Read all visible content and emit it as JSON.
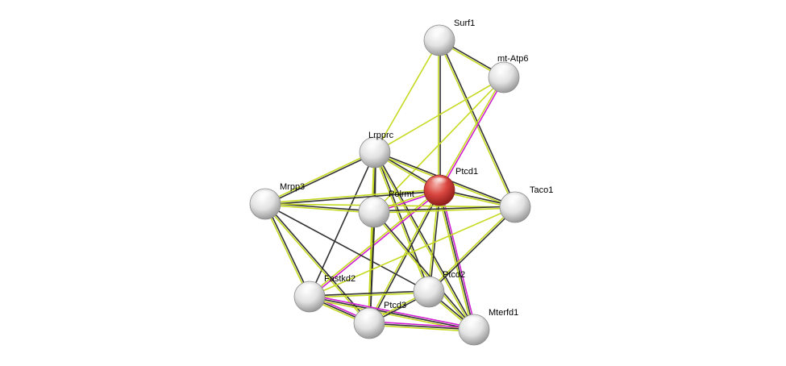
{
  "title": "Protein interaction network",
  "colors": {
    "textmining": "#c6da22",
    "coexpression": "#333333",
    "experiments": "#d01fd0",
    "query_node": "#d23b3b",
    "node": "#e0e0e0"
  },
  "nodes": [
    {
      "id": "Surf1",
      "label": "Surf1",
      "query": false
    },
    {
      "id": "mt-Atp6",
      "label": "mt-Atp6",
      "query": false
    },
    {
      "id": "Lrpprc",
      "label": "Lrpprc",
      "query": false
    },
    {
      "id": "Ptcd1",
      "label": "Ptcd1",
      "query": true
    },
    {
      "id": "Mrpp3",
      "label": "Mrpp3",
      "query": false
    },
    {
      "id": "Polrmt",
      "label": "Polrmt",
      "query": false
    },
    {
      "id": "Taco1",
      "label": "Taco1",
      "query": false
    },
    {
      "id": "Fastkd2",
      "label": "Fastkd2",
      "query": false
    },
    {
      "id": "Ptcd2",
      "label": "Ptcd2",
      "query": false
    },
    {
      "id": "Ptcd3",
      "label": "Ptcd3",
      "query": false
    },
    {
      "id": "Mterfd1",
      "label": "Mterfd1",
      "query": false
    }
  ],
  "edges": [
    {
      "a": "Surf1",
      "b": "mt-Atp6",
      "types": [
        "coexpression",
        "textmining"
      ]
    },
    {
      "a": "Surf1",
      "b": "Lrpprc",
      "types": [
        "textmining"
      ]
    },
    {
      "a": "Surf1",
      "b": "Ptcd1",
      "types": [
        "coexpression",
        "textmining"
      ]
    },
    {
      "a": "Surf1",
      "b": "Taco1",
      "types": [
        "coexpression",
        "textmining"
      ]
    },
    {
      "a": "mt-Atp6",
      "b": "Ptcd1",
      "types": [
        "experiments",
        "textmining"
      ]
    },
    {
      "a": "mt-Atp6",
      "b": "Polrmt",
      "types": [
        "textmining"
      ]
    },
    {
      "a": "mt-Atp6",
      "b": "Lrpprc",
      "types": [
        "textmining"
      ]
    },
    {
      "a": "Lrpprc",
      "b": "Ptcd1",
      "types": [
        "coexpression",
        "textmining"
      ]
    },
    {
      "a": "Lrpprc",
      "b": "Mrpp3",
      "types": [
        "coexpression",
        "textmining"
      ]
    },
    {
      "a": "Lrpprc",
      "b": "Polrmt",
      "types": [
        "coexpression",
        "textmining"
      ]
    },
    {
      "a": "Lrpprc",
      "b": "Taco1",
      "types": [
        "coexpression",
        "textmining"
      ]
    },
    {
      "a": "Lrpprc",
      "b": "Fastkd2",
      "types": [
        "coexpression"
      ]
    },
    {
      "a": "Lrpprc",
      "b": "Ptcd2",
      "types": [
        "coexpression",
        "textmining"
      ]
    },
    {
      "a": "Lrpprc",
      "b": "Ptcd3",
      "types": [
        "coexpression",
        "textmining"
      ]
    },
    {
      "a": "Lrpprc",
      "b": "Mterfd1",
      "types": [
        "coexpression",
        "textmining"
      ]
    },
    {
      "a": "Ptcd1",
      "b": "Mrpp3",
      "types": [
        "coexpression",
        "textmining"
      ]
    },
    {
      "a": "Ptcd1",
      "b": "Polrmt",
      "types": [
        "experiments",
        "textmining"
      ]
    },
    {
      "a": "Ptcd1",
      "b": "Taco1",
      "types": [
        "coexpression",
        "textmining"
      ]
    },
    {
      "a": "Ptcd1",
      "b": "Fastkd2",
      "types": [
        "experiments",
        "textmining"
      ]
    },
    {
      "a": "Ptcd1",
      "b": "Ptcd2",
      "types": [
        "coexpression",
        "textmining"
      ]
    },
    {
      "a": "Ptcd1",
      "b": "Ptcd3",
      "types": [
        "coexpression",
        "textmining"
      ]
    },
    {
      "a": "Ptcd1",
      "b": "Mterfd1",
      "types": [
        "experiments",
        "coexpression",
        "textmining"
      ]
    },
    {
      "a": "Mrpp3",
      "b": "Polrmt",
      "types": [
        "coexpression",
        "textmining"
      ]
    },
    {
      "a": "Mrpp3",
      "b": "Taco1",
      "types": [
        "textmining"
      ]
    },
    {
      "a": "Mrpp3",
      "b": "Fastkd2",
      "types": [
        "coexpression",
        "textmining"
      ]
    },
    {
      "a": "Mrpp3",
      "b": "Ptcd3",
      "types": [
        "coexpression",
        "textmining"
      ]
    },
    {
      "a": "Mrpp3",
      "b": "Ptcd2",
      "types": [
        "coexpression"
      ]
    },
    {
      "a": "Polrmt",
      "b": "Taco1",
      "types": [
        "coexpression",
        "textmining"
      ]
    },
    {
      "a": "Polrmt",
      "b": "Ptcd3",
      "types": [
        "coexpression",
        "textmining"
      ]
    },
    {
      "a": "Polrmt",
      "b": "Mterfd1",
      "types": [
        "coexpression",
        "textmining"
      ]
    },
    {
      "a": "Taco1",
      "b": "Ptcd2",
      "types": [
        "coexpression",
        "textmining"
      ]
    },
    {
      "a": "Taco1",
      "b": "Fastkd2",
      "types": [
        "textmining"
      ]
    },
    {
      "a": "Fastkd2",
      "b": "Ptcd2",
      "types": [
        "coexpression",
        "textmining"
      ]
    },
    {
      "a": "Fastkd2",
      "b": "Ptcd3",
      "types": [
        "experiments",
        "coexpression",
        "textmining"
      ]
    },
    {
      "a": "Fastkd2",
      "b": "Mterfd1",
      "types": [
        "experiments",
        "coexpression",
        "textmining"
      ]
    },
    {
      "a": "Ptcd2",
      "b": "Ptcd3",
      "types": [
        "coexpression",
        "textmining"
      ]
    },
    {
      "a": "Ptcd2",
      "b": "Mterfd1",
      "types": [
        "coexpression",
        "textmining"
      ]
    },
    {
      "a": "Ptcd3",
      "b": "Mterfd1",
      "types": [
        "experiments",
        "coexpression",
        "textmining"
      ]
    }
  ]
}
